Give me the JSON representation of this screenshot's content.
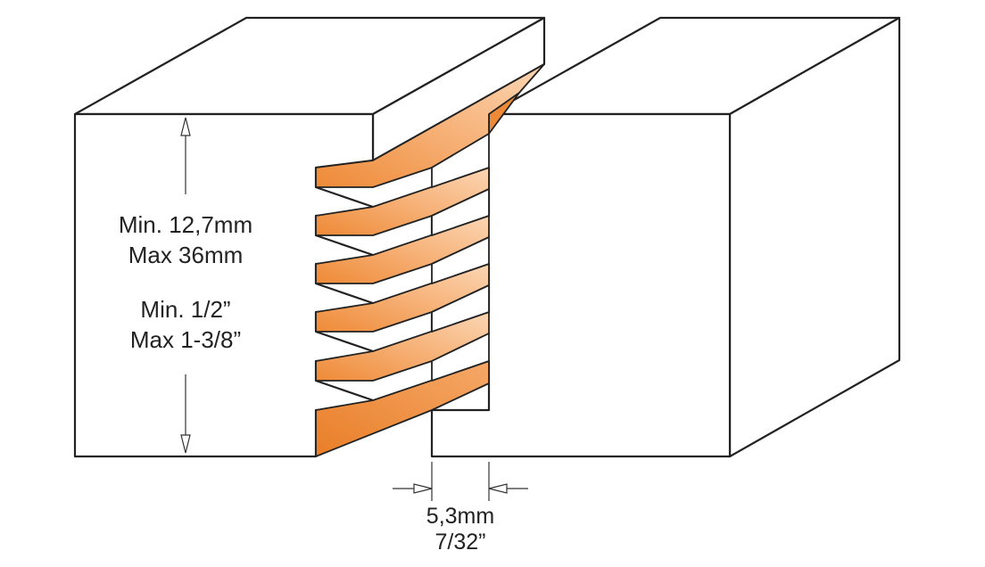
{
  "height_dimension": {
    "metric_min": "Min. 12,7mm",
    "metric_max": "Max 36mm",
    "imperial_min": "Min. 1/2”",
    "imperial_max": "Max 1-3/8”"
  },
  "gap_dimension": {
    "metric": "5,3mm",
    "imperial": "7/32”"
  },
  "colors": {
    "outline": "#222222",
    "block_face": "#ffffff",
    "tongue_light": "#fbd6b4",
    "tongue_dark": "#ee8a37",
    "dimension_line": "#333333"
  }
}
